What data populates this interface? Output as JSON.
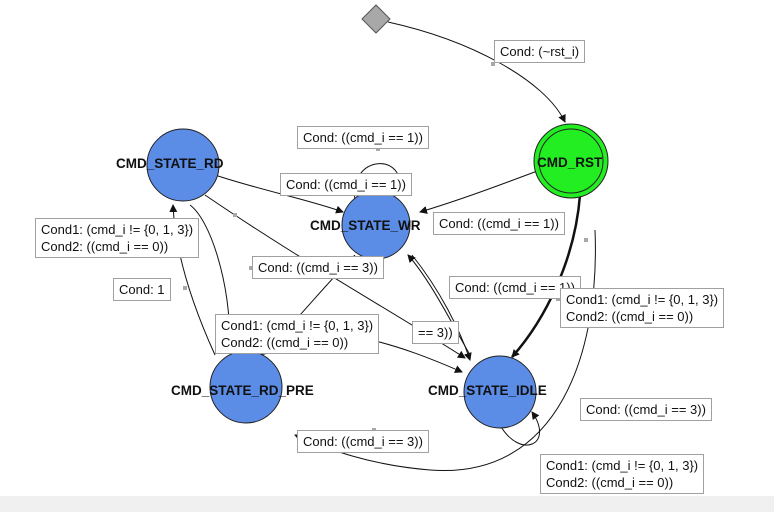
{
  "states": {
    "rd": "CMD_STATE_RD",
    "wr": "CMD_STATE_WR",
    "rst": "CMD_RST",
    "rd_pre": "CMD_STATE_RD_PRE",
    "idle": "CMD_STATE_IDLE"
  },
  "labels": {
    "reset": "Cond: (~rst_i)",
    "wr_loop_top": "Cond: ((cmd_i == 1))",
    "rd_to_wr": "Cond: ((cmd_i == 1))",
    "rst_to_wr": "Cond: ((cmd_i == 1))",
    "rd_idle_cond1": "Cond1: (cmd_i != {0, 1, 3})",
    "rd_idle_cond2": "Cond2: ((cmd_i == 0))",
    "wr_to_pre": "Cond: ((cmd_i == 3))",
    "pre_to_rd": "Cond: 1",
    "idle_to_wr": "Cond: ((cmd_i == 1))",
    "rst_idle_cond1": "Cond1: (cmd_i != {0, 1, 3})",
    "rst_idle_cond2": "Cond2: ((cmd_i == 0))",
    "pre_idle_cond1": "Cond1: (cmd_i != {0, 1, 3})",
    "pre_idle_cond2": "Cond2: ((cmd_i == 0))",
    "partial_cond3": "== 3))",
    "idle_right": "Cond: ((cmd_i == 3))",
    "idle_to_pre": "Cond: ((cmd_i == 3))",
    "idle_loop_cond1": "Cond1: (cmd_i != {0, 1, 3})",
    "idle_loop_cond2": "Cond2: ((cmd_i == 0))"
  },
  "colors": {
    "state_fill": "#5b8ce6",
    "rst_fill": "#22ee22",
    "start_fill": "#a8a8a8",
    "edge": "#111111",
    "label_border": "#a0a0a0"
  }
}
